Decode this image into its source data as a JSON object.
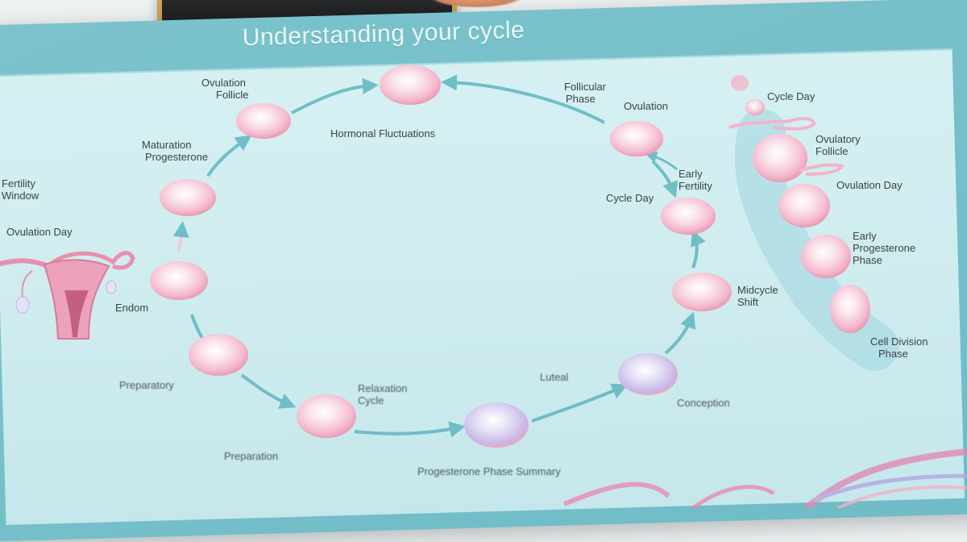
{
  "poster": {
    "title": "Understanding your cycle"
  },
  "labels": {
    "top_left": [
      "Ovulation",
      "Follicle"
    ],
    "upper_left": [
      "Maturation",
      "Progesterone"
    ],
    "far_left": [
      "Fertility",
      "Window"
    ],
    "ovulation_day_left": "Ovulation Day",
    "endom": "Endom",
    "preparatory": "Preparatory",
    "relaxation": [
      "Relaxation",
      "Cycle"
    ],
    "preparation": "Preparation",
    "bottom_center": "Progesterone Phase Summary",
    "center": "Hormonal Fluctuations",
    "top_right": [
      "Follicular",
      "Phase"
    ],
    "ovulation_r": "Ovulation",
    "early": [
      "Early",
      "Fertility"
    ],
    "cycle_day_mid": "Cycle Day",
    "midcycle": [
      "Midcycle",
      "Shift"
    ],
    "luteal": "Luteal",
    "conception": "Conception",
    "side_cycle_day": "Cycle Day",
    "side_ovulatory": [
      "Ovulatory",
      "Follicle"
    ],
    "side_ovulation_day": "Ovulation Day",
    "side_early": [
      "Early",
      "Progesterone",
      "Phase"
    ],
    "side_cell": [
      "Cell Division",
      "Phase"
    ]
  },
  "colors": {
    "poster_teal": "#6fbcc7",
    "inner_bg": "#d1eef0",
    "arrow": "#5fb6c1",
    "cell_pink": "#f4b9cc",
    "cell_light": "#fbe6ee",
    "uterus": "#e98fae"
  },
  "icons": [
    "uterus-icon",
    "arrow-icon",
    "cell-icon"
  ]
}
